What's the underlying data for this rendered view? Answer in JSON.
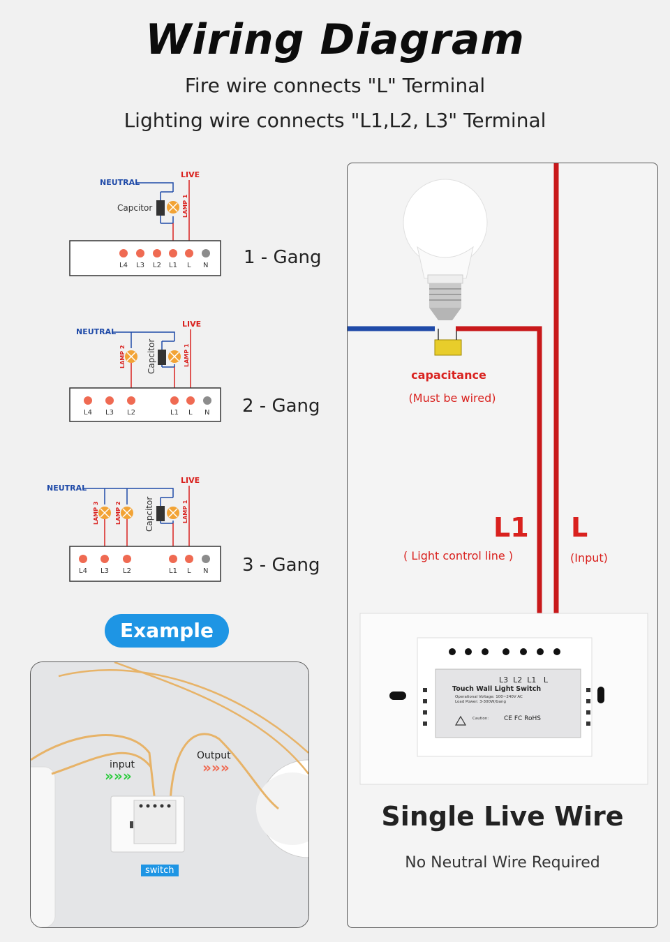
{
  "header": {
    "title": "Wiring Diagram",
    "subtitle_1": "Fire wire connects \"L\" Terminal",
    "subtitle_2": "Lighting wire connects \"L1,L2, L3\" Terminal"
  },
  "colors": {
    "live_wire": "#d9211e",
    "neutral_wire": "#1f4aa8",
    "terminal_active": "#ef6a52",
    "terminal_neutral": "#8c8c8c",
    "lamp": "#f2a335",
    "accent_blue": "#1e95e4"
  },
  "gangs": [
    {
      "label": "1 - Gang",
      "neutral": "NEUTRAL",
      "live": "LIVE",
      "capacitor": "Capcitor",
      "lamps": [
        "LAMP 1"
      ],
      "terminals": [
        "L4",
        "L3",
        "L2",
        "L1",
        "L",
        "N"
      ]
    },
    {
      "label": "2 - Gang",
      "neutral": "NEUTRAL",
      "live": "LIVE",
      "capacitor": "Capcitor",
      "lamps": [
        "LAMP 2",
        "LAMP 1"
      ],
      "terminals": [
        "L4",
        "L3",
        "L2",
        "L1",
        "L",
        "N"
      ]
    },
    {
      "label": "3 - Gang",
      "neutral": "NEUTRAL",
      "live": "LIVE",
      "capacitor": "Capcitor",
      "lamps": [
        "LAMP 3",
        "LAMP 2",
        "LAMP 1"
      ],
      "terminals": [
        "L4",
        "L3",
        "L2",
        "L1",
        "L",
        "N"
      ]
    }
  ],
  "example": {
    "button": "Example",
    "input_label": "input",
    "output_label": "Output",
    "switch_label": "switch"
  },
  "main": {
    "capacitance": "capacitance",
    "must_be_wired": "(Must be wired)",
    "l1_label": "L1",
    "l1_desc": "( Light control line )",
    "l_label": "L",
    "l_desc": "(Input)",
    "module_terminals": "L3  L2  L1   L",
    "module_name": "Touch Wall Light Switch",
    "module_spec_1": "Operational Voltage: 100~240V AC",
    "module_spec_2": "Load Power: 3-300W/Gang",
    "module_caution": "Caution:",
    "module_marks": "CE FC RoHS",
    "bottom_title": "Single Live Wire",
    "bottom_subtitle": "No Neutral Wire Required"
  }
}
